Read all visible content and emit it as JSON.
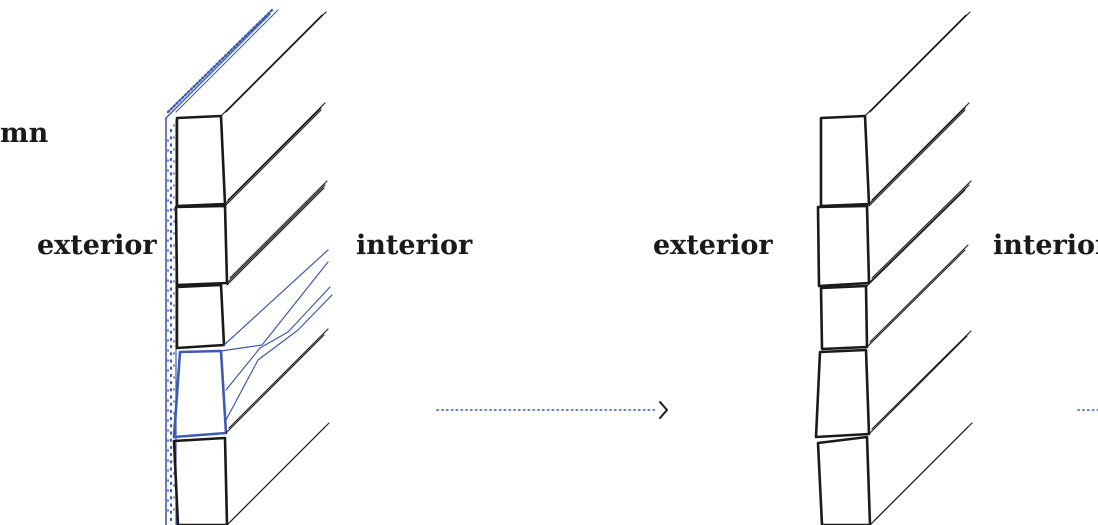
{
  "title_fragment": "mn",
  "left_panel": {
    "exterior_label": "exterior",
    "interior_label": "interior"
  },
  "right_panel": {
    "exterior_label": "exterior",
    "interior_label": "interior"
  },
  "colors": {
    "ink": "#1a1a1a",
    "highlight": "#3f5bb0",
    "dotted": "#3f5bb0"
  },
  "arrow_icon": "chevron-right-icon"
}
